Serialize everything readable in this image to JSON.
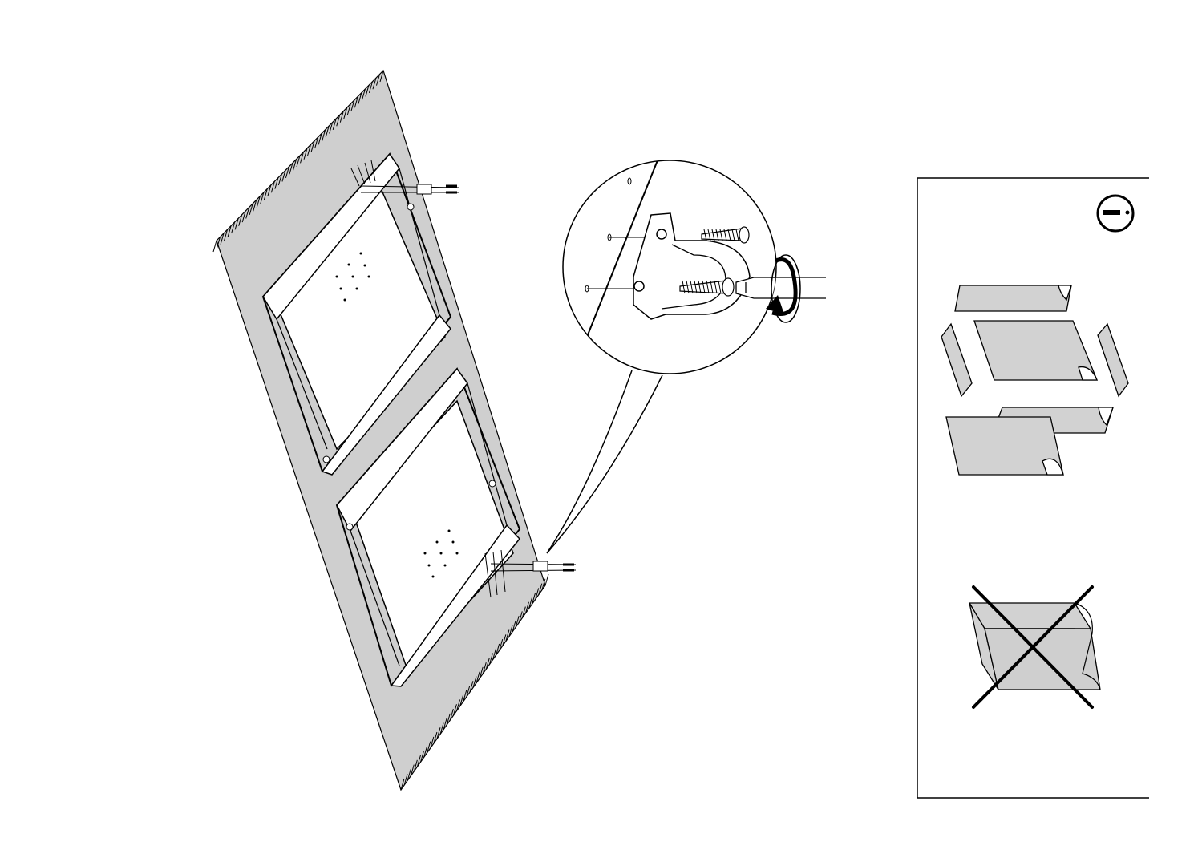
{
  "page": {
    "background": "#ffffff"
  },
  "colors": {
    "wall": "#cfcfcf",
    "board_face": "#ffffff",
    "panel_fill": "#d2d2d2",
    "ink": "#000000"
  },
  "illustrations": {
    "main": "wall-mounted-cabinet-frames",
    "detail": "screw-bracket-closeup",
    "side_panel": "cleaning-instructions"
  },
  "icons": {
    "remove": "minus-circle-icon",
    "screwdriver": "screwdriver-icon",
    "rotation_arrow": "clockwise-arrow-icon",
    "forbidden_cross": "x-cross-icon"
  }
}
